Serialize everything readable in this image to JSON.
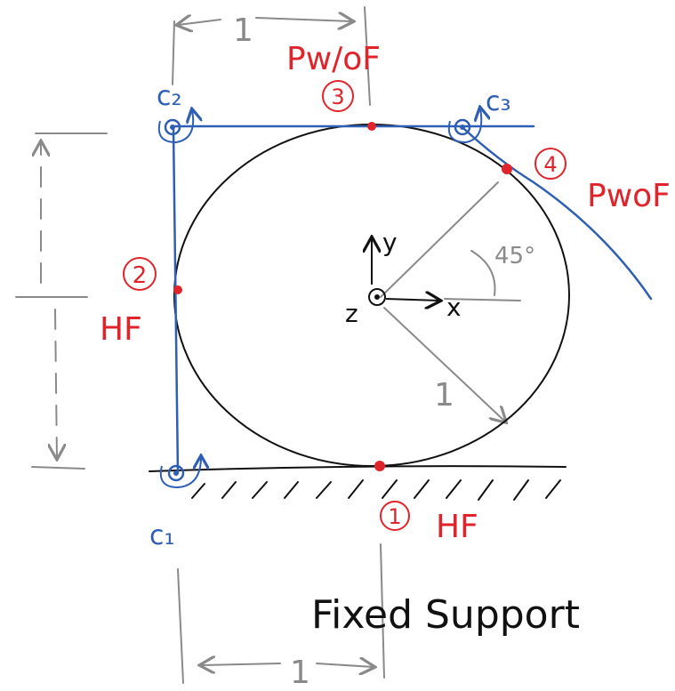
{
  "colors": {
    "ink": "#111111",
    "blue": "#2f5fb3",
    "red": "#e0242b",
    "gray": "#8a8a8a"
  },
  "labels": {
    "dim_top": "1",
    "dim_bottom": "1",
    "radius": "1",
    "angle": "45°",
    "axis_x": "x",
    "axis_y": "y",
    "axis_z": "z",
    "fixed_support": "Fixed Support"
  },
  "points": [
    {
      "id": "p1",
      "number": "1",
      "condition": "HF"
    },
    {
      "id": "p2",
      "number": "2",
      "condition": "HF"
    },
    {
      "id": "p3",
      "number": "3",
      "condition": "Pw/oF"
    },
    {
      "id": "p4",
      "number": "4",
      "condition": "PwoF"
    }
  ],
  "moments": [
    {
      "id": "c1",
      "label": "c₁"
    },
    {
      "id": "c2",
      "label": "c₂"
    },
    {
      "id": "c3",
      "label": "c₃"
    }
  ]
}
